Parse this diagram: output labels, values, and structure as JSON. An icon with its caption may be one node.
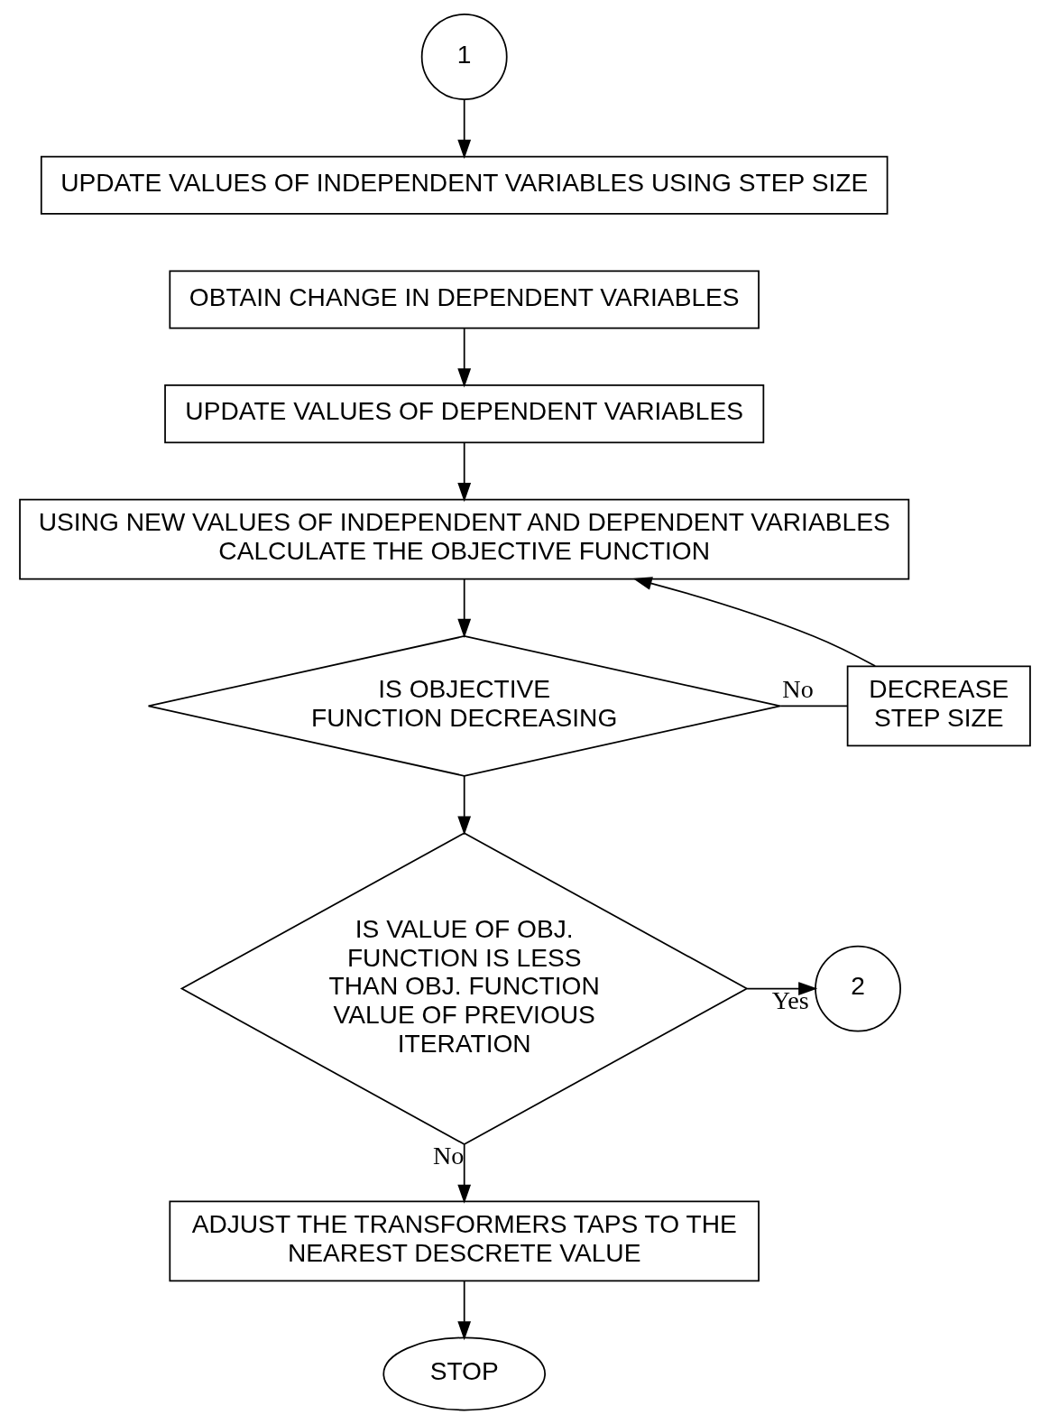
{
  "diagram": {
    "nodes": [
      {
        "text": [
          "1"
        ]
      },
      {
        "text": [
          "UPDATE VALUES OF INDEPENDENT VARIABLES USING STEP SIZE"
        ]
      },
      {
        "text": [
          "OBTAIN CHANGE IN DEPENDENT VARIABLES"
        ]
      },
      {
        "text": [
          "UPDATE VALUES OF DEPENDENT VARIABLES"
        ]
      },
      {
        "text": [
          "USING NEW VALUES OF INDEPENDENT AND DEPENDENT VARIABLES CALCULATE THE OBJECTIVE FUNCTION"
        ]
      },
      {
        "text": [
          "IS OBJECTIVE FUNCTION DECREASING"
        ]
      },
      {
        "text": [
          "DECREASE STEP SIZE"
        ]
      },
      {
        "text": [
          "IS VALUE OF OBJ. FUNCTION IS LESS THAN OBJ. FUNCTION VALUE OF PREVIOUS ITERATION"
        ]
      },
      {
        "text": [
          "2"
        ]
      },
      {
        "text": [
          "ADJUST THE TRANSFORMERS TAPS TO THE NEAREST DESCRETE VALUE"
        ]
      },
      {
        "text": [
          "STOP"
        ]
      }
    ],
    "edges": [
      {
        "from": 0,
        "to": 1,
        "arrow": "to"
      },
      {
        "from": 2,
        "to": 3,
        "arrow": "to"
      },
      {
        "from": 3,
        "to": 4,
        "arrow": "to"
      },
      {
        "from": 4,
        "to": 5,
        "arrow": "to"
      },
      {
        "from": 5,
        "to": 6,
        "arrow": "none",
        "label": "No"
      },
      {
        "from": 6,
        "to": 4,
        "arrow": "to"
      },
      {
        "from": 5,
        "to": 7,
        "arrow": "to"
      },
      {
        "from": 7,
        "to": 8,
        "arrow": "to",
        "label": "Yes"
      },
      {
        "from": 7,
        "to": 9,
        "arrow": "to",
        "label": "No"
      },
      {
        "from": 9,
        "to": 10,
        "arrow": "to"
      }
    ]
  }
}
